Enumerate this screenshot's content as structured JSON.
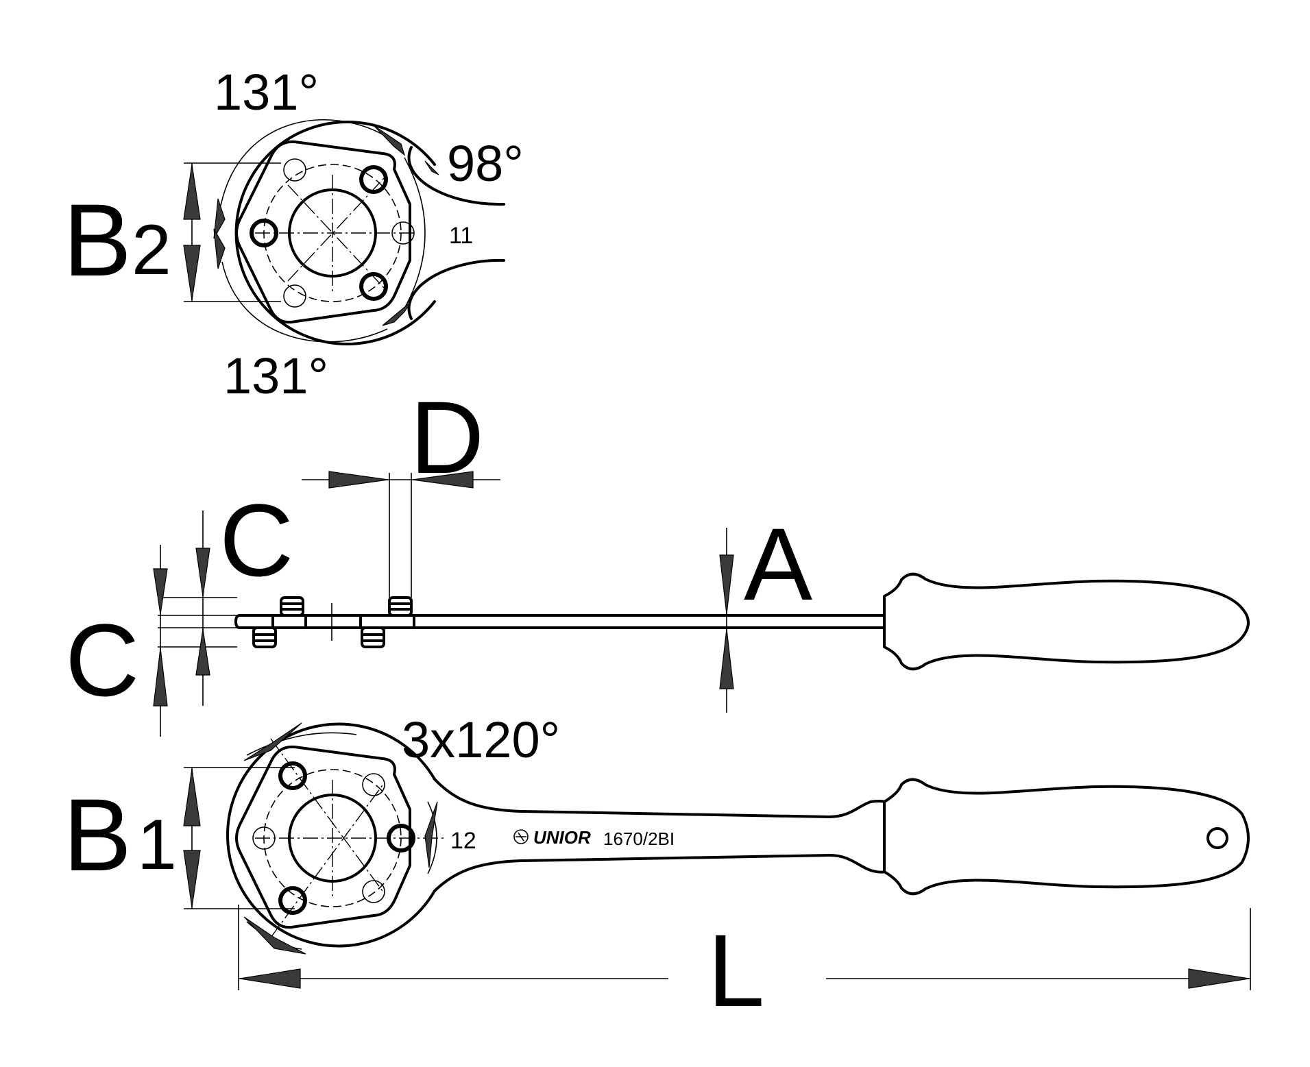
{
  "labels": {
    "b2_letter": "B",
    "b2_sub": "2",
    "b1_letter": "B",
    "b1_sub": "1",
    "c_top": "C",
    "c_bottom": "C",
    "d": "D",
    "a": "A",
    "l": "L",
    "angle_top": "131°",
    "angle_right": "98°",
    "angle_bottom": "131°",
    "angle_3x": "3x120°",
    "size_top": "11",
    "size_bottom": "12",
    "brand": "UNIOR",
    "model": "1670/2BI"
  },
  "colors": {
    "line": "#000000",
    "arrow_fill": "#3a3a3a",
    "background": "#ffffff"
  }
}
